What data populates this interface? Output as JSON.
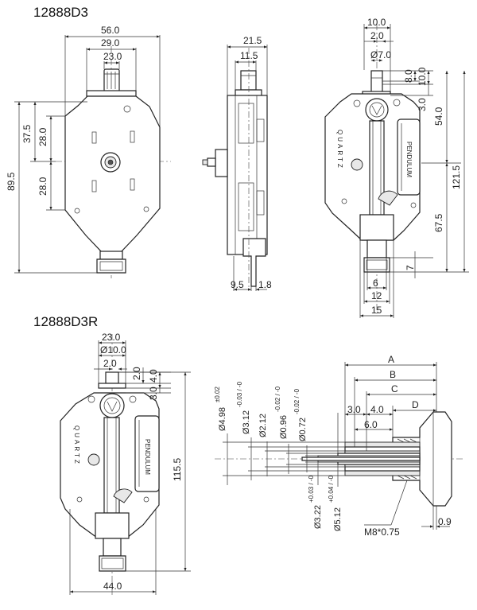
{
  "titles": {
    "top": "12888D3",
    "bottom": "12888D3R"
  },
  "front_view": {
    "w1": "56.0",
    "w2": "29.0",
    "w3": "23.0",
    "h_total": "89.5",
    "h1": "37.5",
    "h2": "28.0",
    "h3": "28.0"
  },
  "side_view": {
    "d1": "21.5",
    "d2": "11.5",
    "d3": "9.5",
    "d4": "1.8"
  },
  "right_view": {
    "top1": "10.0",
    "top2": "2.0",
    "dia": "Ø7.0",
    "v8": "8.0",
    "v10": "10.0",
    "v3": "3.0",
    "v54": "54.0",
    "v1215": "121.5",
    "v675": "67.5",
    "v7": "7",
    "b6": "6",
    "b12": "12",
    "b15": "15",
    "quartz": "QUARTZ",
    "pendulum": "PENDULUM"
  },
  "r_view": {
    "w23": "23.0",
    "dia10": "Ø10.0",
    "w2": "2.0",
    "v20": "2.0",
    "v40": "4.0",
    "v30": "3.0",
    "v1155": "115.5",
    "w44": "44.0",
    "quartz": "QUARTZ",
    "pendulum": "PENDULUM"
  },
  "shaft": {
    "A": "A",
    "B": "B",
    "C": "C",
    "D": "D",
    "d30": "3.0",
    "d40": "4.0",
    "d60": "6.0",
    "s1": "Ø4.98",
    "s1t": "±0.02",
    "s2": "Ø3.12",
    "s2t": "-0.03 / -0",
    "s3": "Ø2.12",
    "s4": "Ø0.96",
    "s4t": "-0.02 / -0",
    "s5": "Ø0.72",
    "s5t": "-0.02 / -0",
    "s6": "Ø3.22",
    "s6t": "+0.03 / -0",
    "s7": "Ø5.12",
    "s7t": "+0.04 / -0",
    "thread": "M8*0.75",
    "d09": "0.9"
  }
}
